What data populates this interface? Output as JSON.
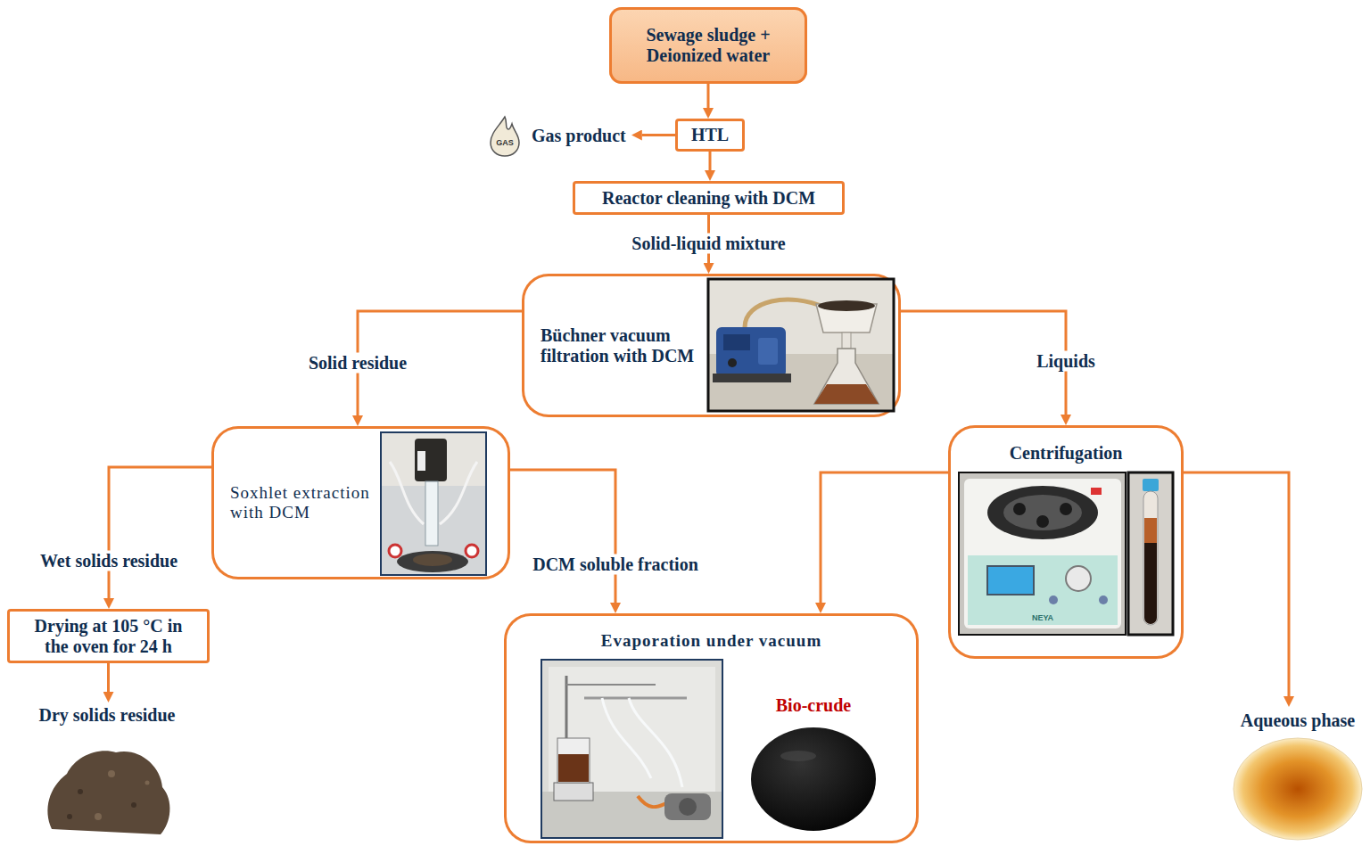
{
  "diagram": {
    "nodes": [
      {
        "text": [
          "Sewage sludge + Deionized water"
        ]
      },
      {
        "text": [
          "HTL"
        ]
      },
      {
        "text": [
          "Gas product"
        ]
      },
      {
        "text": [
          "Reactor cleaning with DCM"
        ]
      },
      {
        "text": [
          "Büchner vacuum filtration with DCM"
        ]
      },
      {
        "text": [
          "Soxhlet extraction with DCM"
        ]
      },
      {
        "text": [
          "Centrifugation"
        ]
      },
      {
        "text": [
          "Drying at 105 °C in the oven for 24 h"
        ]
      },
      {
        "text": [
          "Dry solids residue"
        ]
      },
      {
        "text": [
          "Evaporation under vacuum"
        ]
      },
      {
        "text": [
          "Bio-crude"
        ],
        "in": 9
      },
      {
        "text": [
          "Aqueous phase"
        ]
      }
    ],
    "edges": [
      {
        "from": 0,
        "to": 1,
        "arrow": "to"
      },
      {
        "from": 1,
        "to": 2,
        "arrow": "to"
      },
      {
        "from": 1,
        "to": 3,
        "arrow": "to"
      },
      {
        "from": 3,
        "to": 4,
        "label": "Solid-liquid mixture",
        "arrow": "to"
      },
      {
        "from": 4,
        "to": 5,
        "label": "Solid residue",
        "arrow": "to"
      },
      {
        "from": 4,
        "to": 6,
        "label": "Liquids",
        "arrow": "to"
      },
      {
        "from": 5,
        "to": 7,
        "label": "Wet solids residue",
        "arrow": "to"
      },
      {
        "from": 5,
        "to": 9,
        "label": "DCM soluble fraction",
        "arrow": "to"
      },
      {
        "from": 6,
        "to": 9,
        "arrow": "to"
      },
      {
        "from": 6,
        "to": 11,
        "arrow": "to"
      },
      {
        "from": 7,
        "to": 8,
        "arrow": "to"
      }
    ],
    "labels": [
      "GAS",
      "NEYA"
    ]
  }
}
